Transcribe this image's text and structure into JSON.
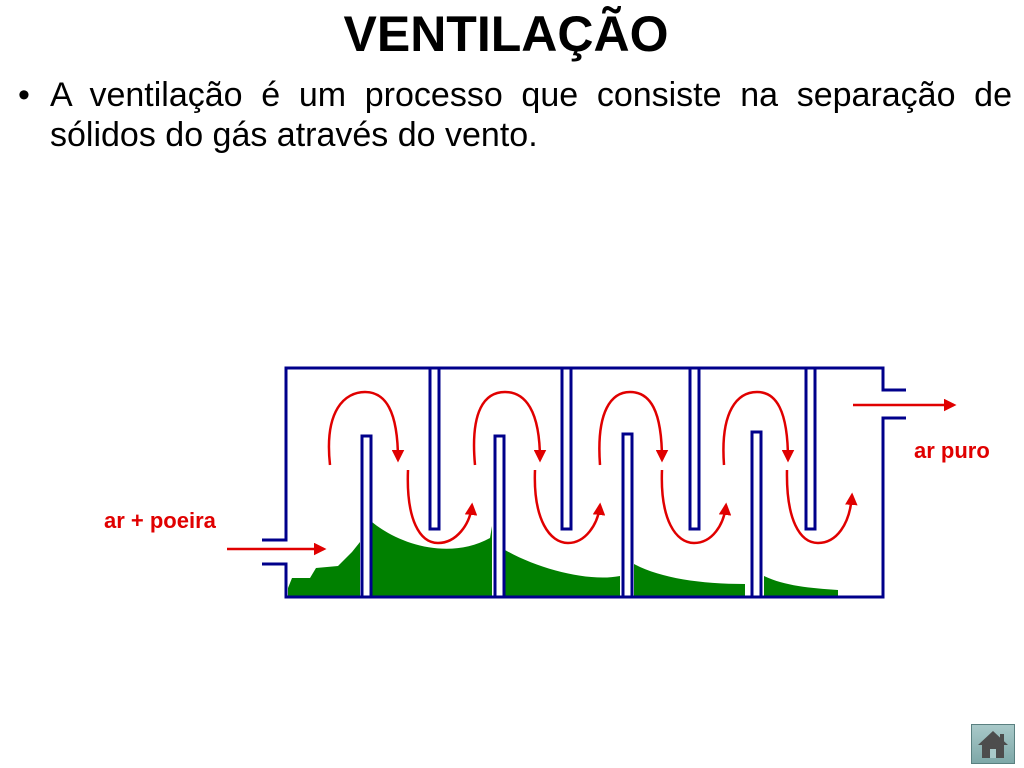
{
  "slide": {
    "title": "VENTILAÇÃO",
    "bullet_marker": "•",
    "paragraph": "A ventilação é um processo que consiste na separação de sólidos do gás através do vento."
  },
  "diagram": {
    "inlet_label": "ar + poeira",
    "outlet_label": "ar puro",
    "colors": {
      "chamber": "#00008B",
      "dust": "#008000",
      "flow_arrow": "#E00000",
      "label": "#E00000"
    }
  },
  "nav": {
    "home_icon": "house-icon"
  }
}
